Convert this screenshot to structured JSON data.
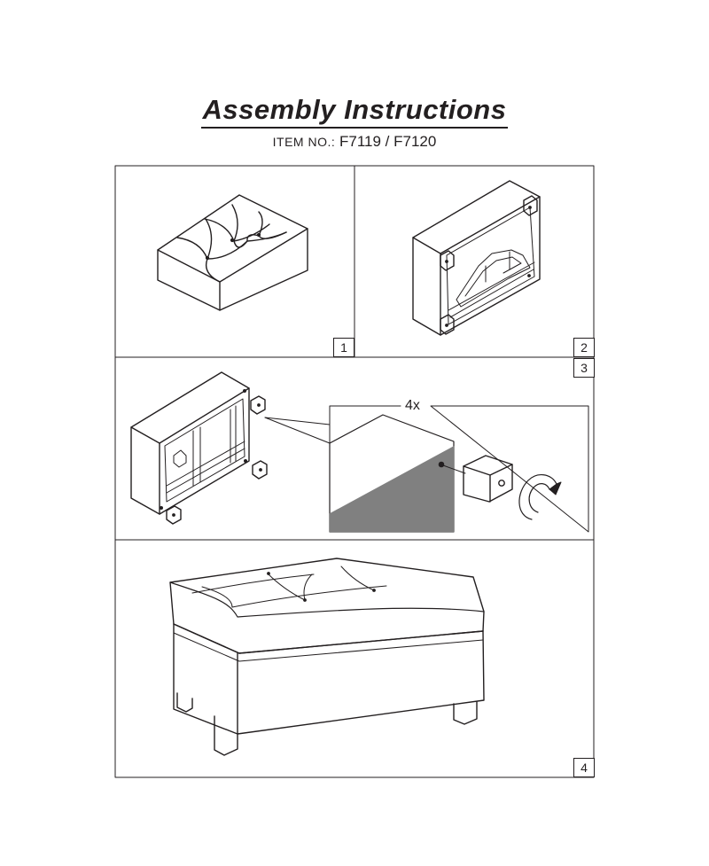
{
  "header": {
    "title": "Assembly Instructions",
    "item_label": "ITEM NO.:",
    "item_numbers": "F7119 / F7120"
  },
  "steps": [
    {
      "number": "1"
    },
    {
      "number": "2"
    },
    {
      "number": "3",
      "detail_quantity": "4x"
    },
    {
      "number": "4"
    }
  ],
  "colors": {
    "line": "#231f20",
    "shade": "#808080",
    "background": "#ffffff"
  }
}
